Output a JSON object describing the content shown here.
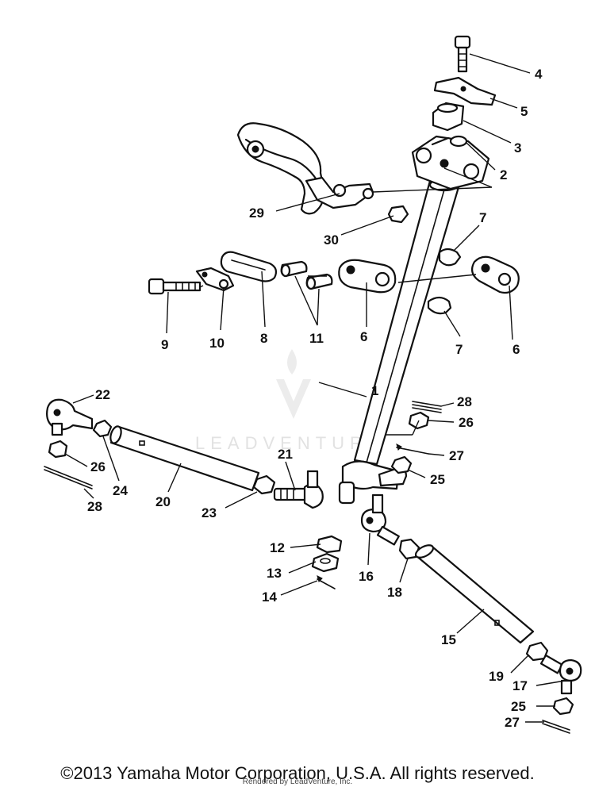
{
  "watermark": {
    "text": "LEADVENTURE"
  },
  "parts": [
    {
      "id": "1",
      "label": "1"
    },
    {
      "id": "2",
      "label": "2"
    },
    {
      "id": "3",
      "label": "3"
    },
    {
      "id": "4",
      "label": "4"
    },
    {
      "id": "5",
      "label": "5"
    },
    {
      "id": "6a",
      "label": "6"
    },
    {
      "id": "6b",
      "label": "6"
    },
    {
      "id": "7a",
      "label": "7"
    },
    {
      "id": "7b",
      "label": "7"
    },
    {
      "id": "8",
      "label": "8"
    },
    {
      "id": "9",
      "label": "9"
    },
    {
      "id": "10",
      "label": "10"
    },
    {
      "id": "11",
      "label": "11"
    },
    {
      "id": "12",
      "label": "12"
    },
    {
      "id": "13",
      "label": "13"
    },
    {
      "id": "14",
      "label": "14"
    },
    {
      "id": "15",
      "label": "15"
    },
    {
      "id": "16",
      "label": "16"
    },
    {
      "id": "17",
      "label": "17"
    },
    {
      "id": "18",
      "label": "18"
    },
    {
      "id": "19",
      "label": "19"
    },
    {
      "id": "20",
      "label": "20"
    },
    {
      "id": "21",
      "label": "21"
    },
    {
      "id": "22",
      "label": "22"
    },
    {
      "id": "23",
      "label": "23"
    },
    {
      "id": "24",
      "label": "24"
    },
    {
      "id": "25a",
      "label": "25"
    },
    {
      "id": "25b",
      "label": "25"
    },
    {
      "id": "26a",
      "label": "26"
    },
    {
      "id": "26b",
      "label": "26"
    },
    {
      "id": "27a",
      "label": "27"
    },
    {
      "id": "27b",
      "label": "27"
    },
    {
      "id": "28a",
      "label": "28"
    },
    {
      "id": "28b",
      "label": "28"
    },
    {
      "id": "29",
      "label": "29"
    },
    {
      "id": "30",
      "label": "30"
    }
  ],
  "footer": {
    "copyright": "©2013 Yamaha Motor Corporation, U.S.A. All rights reserved.",
    "rendered_by": "Rendered by LeadVenture, Inc."
  }
}
